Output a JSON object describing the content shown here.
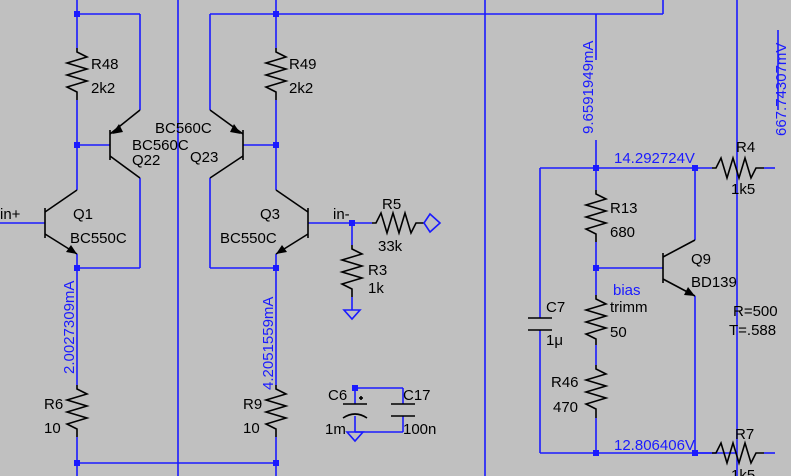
{
  "colors": {
    "background": "#c0c0c0",
    "wire": "#1a1aff",
    "component": "#000000",
    "label": "#000000",
    "measurement": "#1a1aff"
  },
  "labels": {
    "in_plus": "in+",
    "in_minus": "in-",
    "r48_name": "R48",
    "r48_value": "2k2",
    "r49_name": "R49",
    "r49_value": "2k2",
    "q22_model_a": "BC560C",
    "q22_model_b": "BC560C",
    "q22_name": "Q22",
    "q23_model": "BC560C",
    "q23_name": "Q23",
    "q1_name": "Q1",
    "q1_model": "BC550C",
    "q3_name": "Q3",
    "q3_model": "BC550C",
    "r5_name": "R5",
    "r5_value": "33k",
    "r3_name": "R3",
    "r3_value": "1k",
    "r6_name": "R6",
    "r6_value": "10",
    "r9_name": "R9",
    "r9_value": "10",
    "c6_name": "C6",
    "c6_value": "1m",
    "c17_name": "C17",
    "c17_value": "100n",
    "r13_name": "R13",
    "r13_value": "680",
    "bias_label": "bias",
    "trimm_label": "trimm",
    "trimm_value": "50",
    "r46_name": "R46",
    "r46_value": "470",
    "c7_name": "C7",
    "c7_value": "1μ",
    "q9_name": "Q9",
    "q9_model": "BD139",
    "r4_name": "R4",
    "r4_value": "1k5",
    "r7_name": "R7",
    "r7_value": "1k5",
    "note_r": "R=500",
    "note_t": "T=.588"
  },
  "measurements": {
    "i_q1": "2.0027309mA",
    "i_q3": "4.2051559mA",
    "i_q9": "9.6591949mA",
    "v_top": "14.292724V",
    "v_bottom": "12.806406V",
    "v_right": "667.74307mV"
  }
}
